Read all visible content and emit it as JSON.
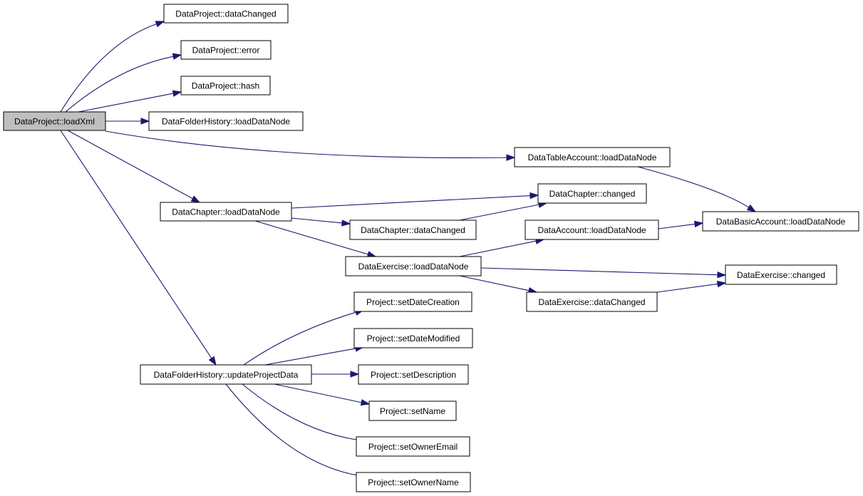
{
  "diagram": {
    "nodes": [
      {
        "id": "n0",
        "label": "DataProject::loadXml"
      },
      {
        "id": "n1",
        "label": "DataProject::dataChanged"
      },
      {
        "id": "n2",
        "label": "DataProject::error"
      },
      {
        "id": "n3",
        "label": "DataProject::hash"
      },
      {
        "id": "n4",
        "label": "DataFolderHistory::loadDataNode"
      },
      {
        "id": "n5",
        "label": "DataTableAccount::loadDataNode"
      },
      {
        "id": "n6",
        "label": "DataChapter::loadDataNode"
      },
      {
        "id": "n7",
        "label": "DataChapter::changed"
      },
      {
        "id": "n8",
        "label": "DataBasicAccount::loadDataNode"
      },
      {
        "id": "n9",
        "label": "DataChapter::dataChanged"
      },
      {
        "id": "n10",
        "label": "DataAccount::loadDataNode"
      },
      {
        "id": "n11",
        "label": "DataExercise::loadDataNode"
      },
      {
        "id": "n12",
        "label": "DataExercise::changed"
      },
      {
        "id": "n13",
        "label": "DataExercise::dataChanged"
      },
      {
        "id": "n14",
        "label": "Project::setDateCreation"
      },
      {
        "id": "n15",
        "label": "Project::setDateModified"
      },
      {
        "id": "n16",
        "label": "DataFolderHistory::updateProjectData"
      },
      {
        "id": "n17",
        "label": "Project::setDescription"
      },
      {
        "id": "n18",
        "label": "Project::setName"
      },
      {
        "id": "n19",
        "label": "Project::setOwnerEmail"
      },
      {
        "id": "n20",
        "label": "Project::setOwnerName"
      }
    ],
    "edges": [
      {
        "from": "n0",
        "to": "n1"
      },
      {
        "from": "n0",
        "to": "n2"
      },
      {
        "from": "n0",
        "to": "n3"
      },
      {
        "from": "n0",
        "to": "n4"
      },
      {
        "from": "n0",
        "to": "n5"
      },
      {
        "from": "n0",
        "to": "n6"
      },
      {
        "from": "n0",
        "to": "n16"
      },
      {
        "from": "n5",
        "to": "n8"
      },
      {
        "from": "n6",
        "to": "n7"
      },
      {
        "from": "n6",
        "to": "n9"
      },
      {
        "from": "n6",
        "to": "n11"
      },
      {
        "from": "n9",
        "to": "n7"
      },
      {
        "from": "n10",
        "to": "n8"
      },
      {
        "from": "n11",
        "to": "n10"
      },
      {
        "from": "n11",
        "to": "n12"
      },
      {
        "from": "n11",
        "to": "n13"
      },
      {
        "from": "n13",
        "to": "n12"
      },
      {
        "from": "n16",
        "to": "n14"
      },
      {
        "from": "n16",
        "to": "n15"
      },
      {
        "from": "n16",
        "to": "n17"
      },
      {
        "from": "n16",
        "to": "n18"
      },
      {
        "from": "n16",
        "to": "n19"
      },
      {
        "from": "n16",
        "to": "n20"
      }
    ],
    "colors": {
      "edge": "#191970",
      "root_fill": "#bfbfbf",
      "node_fill": "#ffffff",
      "node_border": "#000000"
    }
  }
}
